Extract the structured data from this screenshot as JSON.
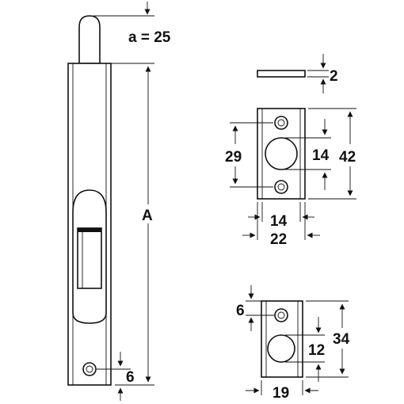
{
  "labels": {
    "pin_travel": "a = 25",
    "bolt_length": "A",
    "bolt_hole_offset": "6",
    "plate_thickness": "2",
    "keep_hole_pitch": "29",
    "keep_bore": "14",
    "keep_height": "42",
    "keep_hole_width": "14",
    "keep_width": "22",
    "socket_hole_offset": "6",
    "socket_bore": "12",
    "socket_height": "34",
    "socket_width": "19"
  }
}
